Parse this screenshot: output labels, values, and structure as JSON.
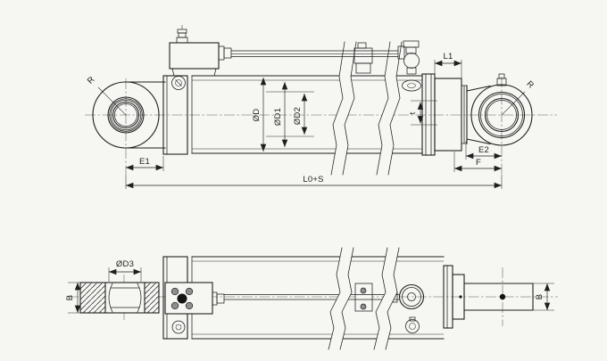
{
  "drawing": {
    "type": "hydraulic-cylinder-engineering-drawing",
    "background": "#f6f6f3",
    "line_color": "#1f1f1f",
    "bolt_fill": "#8e8e8e",
    "labels": {
      "radius_left": "R",
      "radius_right": "R",
      "e1": "E1",
      "overall_length": "L0+S",
      "f": "F",
      "e2": "E2",
      "l1": "L1",
      "outer_diameter": "ØD",
      "diameter_d1": "ØD1",
      "diameter_d2": "ØD2",
      "diameter_d3": "ØD3",
      "thread_t": "t",
      "width_b_left": "B",
      "width_b_right": "B"
    }
  }
}
